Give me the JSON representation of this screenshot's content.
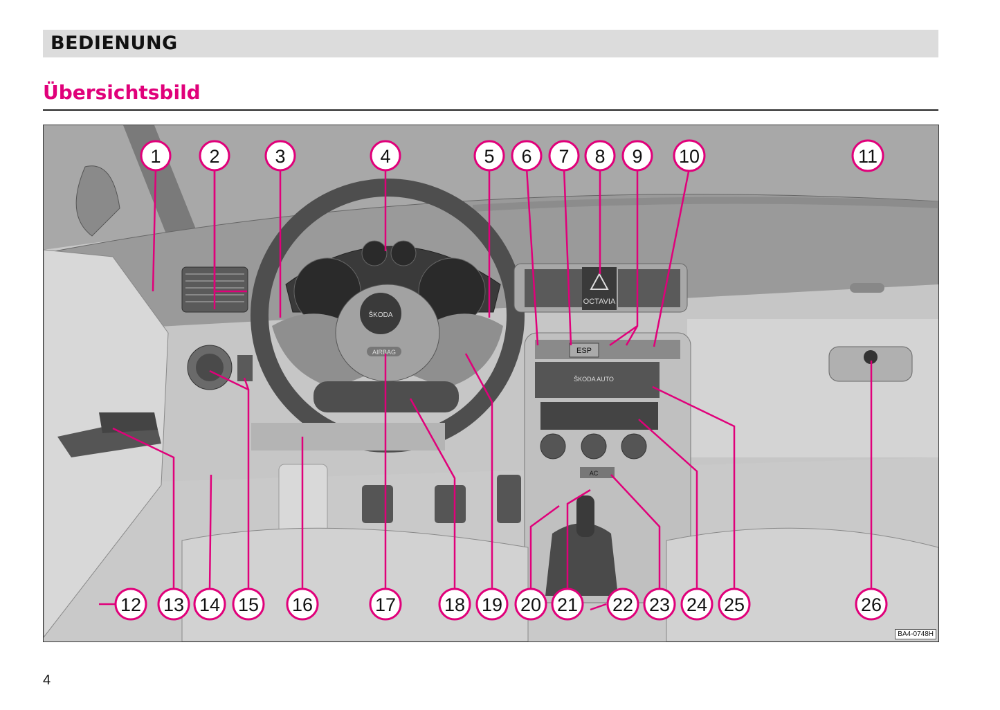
{
  "header": {
    "section": "BEDIENUNG",
    "title": "Übersichtsbild"
  },
  "colors": {
    "accent": "#e0007a",
    "section_bar": "#dcdcdc"
  },
  "figure": {
    "code": "BA4-0748H",
    "callouts": [
      "1",
      "2",
      "3",
      "4",
      "5",
      "6",
      "7",
      "8",
      "9",
      "10",
      "11",
      "12",
      "13",
      "14",
      "15",
      "16",
      "17",
      "18",
      "19",
      "20",
      "21",
      "22",
      "23",
      "24",
      "25",
      "26"
    ],
    "labels": {
      "button_esp": "ESP",
      "brand_octavia": "OCTAVIA",
      "brand_skoda": "ŠKODA",
      "radio": "ŠKODA AUTO",
      "ac": "AC",
      "airbag": "AIRBAG"
    }
  },
  "footer": {
    "page_number": "4"
  }
}
